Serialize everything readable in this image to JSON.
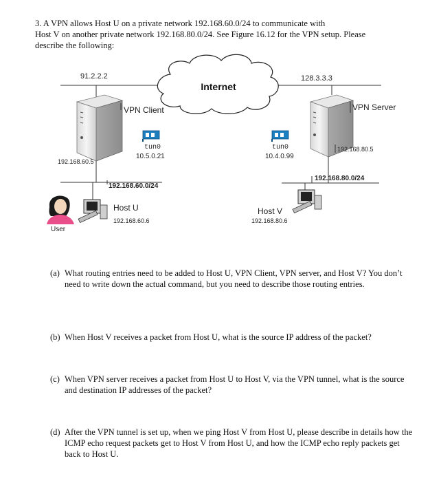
{
  "question": {
    "line1": "3.   A VPN allows Host U on a private network 192.168.60.0/24 to communicate with",
    "line2": "Host V on another private network 192.168.80.0/24. See Figure 16.12 for the VPN setup. Please",
    "line3": "describe the following:"
  },
  "diagram": {
    "internet_label": "Internet",
    "client_public_ip": "91.2.2.2",
    "server_public_ip": "128.3.3.3",
    "vpn_client_label": "VPN Client",
    "vpn_server_label": "VPN Server",
    "client_tun_name": "tun0",
    "client_tun_ip": "10.5.0.21",
    "server_tun_name": "tun0",
    "server_tun_ip": "10.4.0.99",
    "client_lan_ip": "192.168.60.5",
    "server_lan_ip": "192.168.80.5",
    "net_u": "192.168.60.0/24",
    "net_v": "192.168.80.0/24",
    "host_u_name": "Host U",
    "host_u_ip": "192.168.60.6",
    "host_v_name": "Host V",
    "host_v_ip": "192.168.80.6",
    "user_label": "User"
  },
  "parts": [
    {
      "label": "(a)",
      "text": "What routing entries need to be added to Host U, VPN Client, VPN server, and Host V? You don’t need to write down the actual command, but you need to describe those routing entries."
    },
    {
      "label": "(b)",
      "text": "When Host V receives a packet from Host U, what is the source IP address of the packet?"
    },
    {
      "label": "(c)",
      "text": "When VPN server receives a packet from Host U to Host V, via the VPN tunnel, what is the source and destination IP addresses of the packet?"
    },
    {
      "label": "(d)",
      "text": "After the VPN tunnel is set up, when we ping Host V from Host U, please describe in details how the ICMP echo request packets get to Host V from Host U, and how the ICMP echo reply packets get back to Host U."
    }
  ]
}
